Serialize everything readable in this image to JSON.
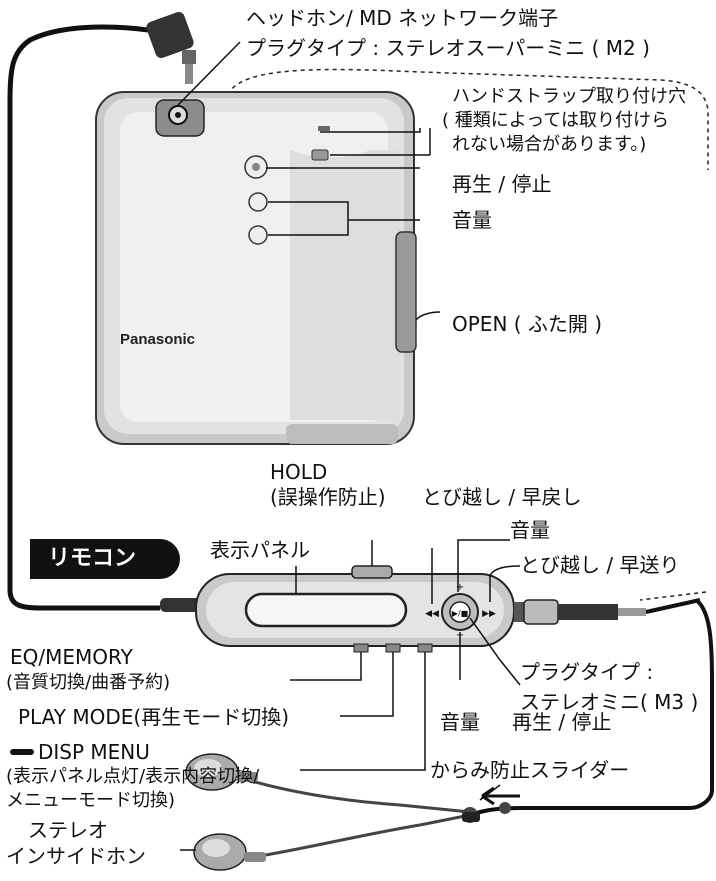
{
  "device": {
    "brand": "Panasonic"
  },
  "labels": {
    "headphone_terminal": "ヘッドホン/ MD ネットワーク端子",
    "plug_type_m2": "プラグタイプ : ステレオスーパーミニ ( M2 )",
    "strap_hole_1": "ハンドストラップ取り付け穴",
    "strap_hole_2": "( 種類によっては取り付けら",
    "strap_hole_3": "れない場合があります。)",
    "play_stop_main": "再生 / 停止",
    "volume_main": "音量",
    "open": "OPEN ( ふた開 )"
  },
  "remote": {
    "badge": "リモコン",
    "hold_1": "HOLD",
    "hold_2": "(誤操作防止)",
    "skip_back": "とび越し / 早戻し",
    "volume_top": "音量",
    "display_panel": "表示パネル",
    "skip_forward": "とび越し / 早送り",
    "plug_type_m3_1": "プラグタイプ :",
    "plug_type_m3_2": "ステレオミニ( M3 )",
    "eq_memory_1": "EQ/MEMORY",
    "eq_memory_2": "(音質切換/曲番予約)",
    "play_mode": "PLAY MODE(再生モード切換)",
    "volume_bottom": "音量",
    "play_stop_remote": "再生 / 停止",
    "disp_menu_1": "DISP  MENU",
    "disp_menu_2": "(表示パネル点灯/表示内容切換/",
    "disp_menu_3": "メニューモード切換)",
    "tangle_slider": "からみ防止スライダー",
    "earphones_1": "ステレオ",
    "earphones_2": "インサイドホン"
  }
}
